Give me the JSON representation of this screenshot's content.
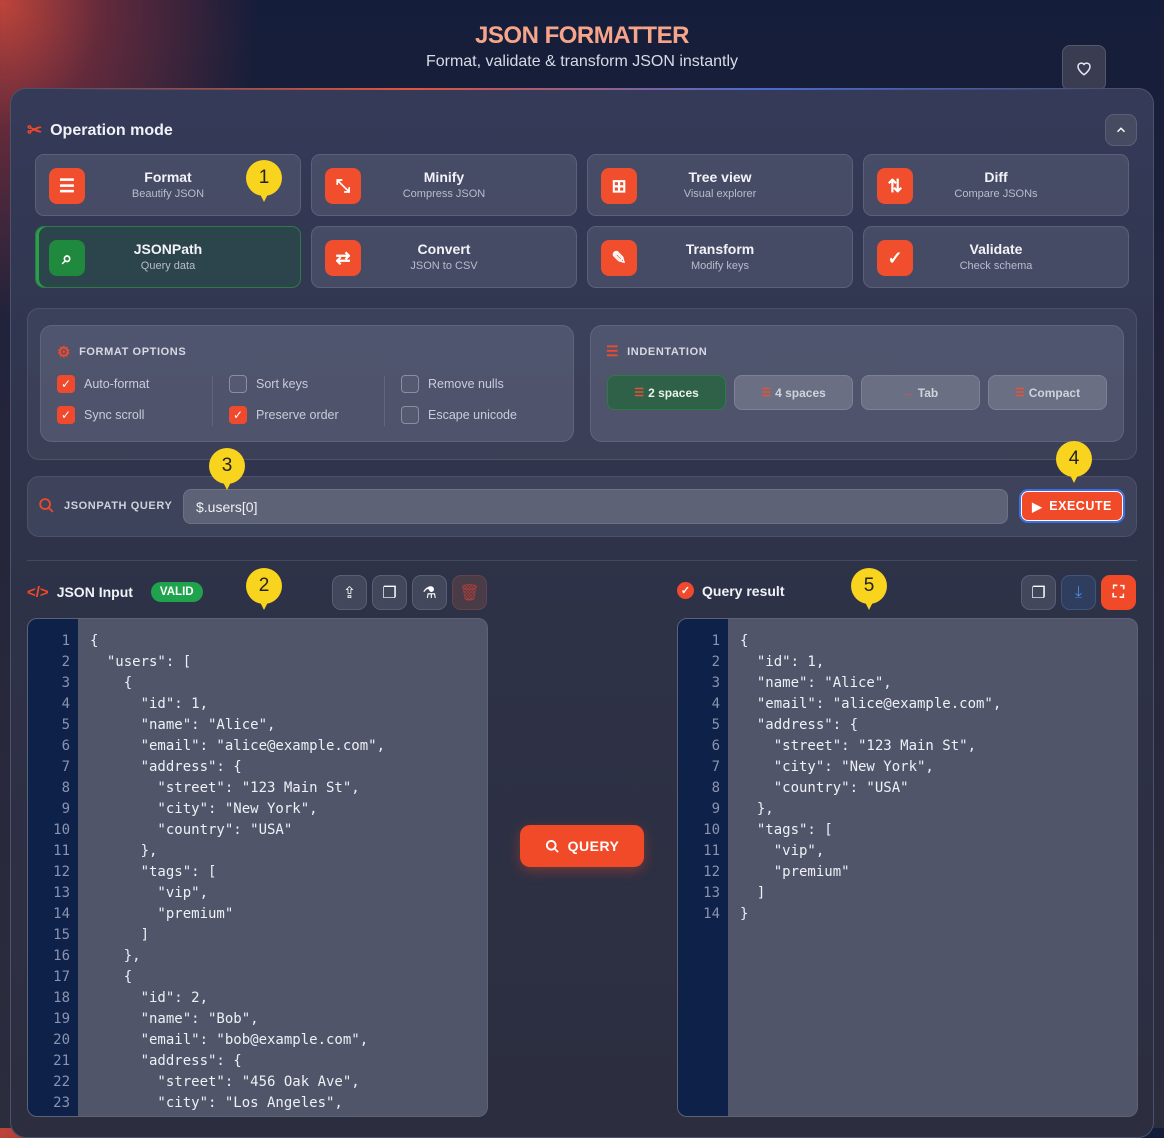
{
  "header": {
    "title": "JSON FORMATTER",
    "subtitle": "Format, validate & transform JSON instantly",
    "favorite_icon": "heart-icon"
  },
  "operation_mode": {
    "title": "Operation mode",
    "modes": [
      {
        "title": "Format",
        "subtitle": "Beautify JSON",
        "icon": "indent-icon"
      },
      {
        "title": "Minify",
        "subtitle": "Compress JSON",
        "icon": "compress-icon"
      },
      {
        "title": "Tree view",
        "subtitle": "Visual explorer",
        "icon": "sitemap-icon"
      },
      {
        "title": "Diff",
        "subtitle": "Compare JSONs",
        "icon": "diff-icon"
      },
      {
        "title": "JSONPath",
        "subtitle": "Query data",
        "icon": "search-icon",
        "active": true
      },
      {
        "title": "Convert",
        "subtitle": "JSON to CSV",
        "icon": "swap-icon"
      },
      {
        "title": "Transform",
        "subtitle": "Modify keys",
        "icon": "pen-icon"
      },
      {
        "title": "Validate",
        "subtitle": "Check schema",
        "icon": "check-circle-icon"
      }
    ]
  },
  "format_options": {
    "title": "FORMAT OPTIONS",
    "options": [
      {
        "label": "Auto-format",
        "checked": true
      },
      {
        "label": "Sync scroll",
        "checked": true
      },
      {
        "label": "Sort keys",
        "checked": false
      },
      {
        "label": "Preserve order",
        "checked": true
      },
      {
        "label": "Remove nulls",
        "checked": false
      },
      {
        "label": "Escape unicode",
        "checked": false
      }
    ]
  },
  "indentation": {
    "title": "INDENTATION",
    "options": [
      {
        "label": "2 spaces",
        "selected": true
      },
      {
        "label": "4 spaces"
      },
      {
        "label": "Tab"
      },
      {
        "label": "Compact"
      }
    ]
  },
  "query": {
    "label": "JSONPATH QUERY",
    "value": "$.users[0]",
    "execute": "EXECUTE"
  },
  "input": {
    "title": "JSON Input",
    "badge": "VALID",
    "lines": [
      "{",
      "  \"users\": [",
      "    {",
      "      \"id\": 1,",
      "      \"name\": \"Alice\",",
      "      \"email\": \"alice@example.com\",",
      "      \"address\": {",
      "        \"street\": \"123 Main St\",",
      "        \"city\": \"New York\",",
      "        \"country\": \"USA\"",
      "      },",
      "      \"tags\": [",
      "        \"vip\",",
      "        \"premium\"",
      "      ]",
      "    },",
      "    {",
      "      \"id\": 2,",
      "      \"name\": \"Bob\",",
      "      \"email\": \"bob@example.com\",",
      "      \"address\": {",
      "        \"street\": \"456 Oak Ave\",",
      "        \"city\": \"Los Angeles\","
    ]
  },
  "query_button": "QUERY",
  "output": {
    "title": "Query result",
    "lines": [
      "{",
      "  \"id\": 1,",
      "  \"name\": \"Alice\",",
      "  \"email\": \"alice@example.com\",",
      "  \"address\": {",
      "    \"street\": \"123 Main St\",",
      "    \"city\": \"New York\",",
      "    \"country\": \"USA\"",
      "  },",
      "  \"tags\": [",
      "    \"vip\",",
      "    \"premium\"",
      "  ]",
      "}"
    ]
  },
  "markers": [
    "1",
    "2",
    "3",
    "4",
    "5"
  ],
  "colors": {
    "accent": "#f04a28",
    "active": "#1f8a3e",
    "marker": "#f8d41e",
    "execute_border": "#3a6fe0"
  }
}
